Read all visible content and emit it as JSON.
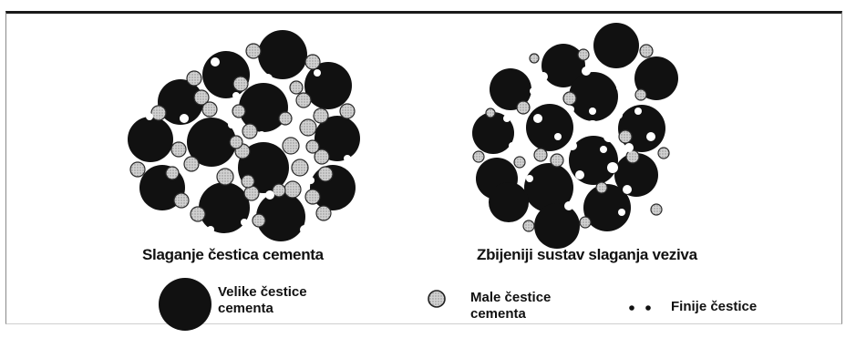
{
  "diagram": {
    "left_caption": "Slaganje čestica cementa",
    "right_caption": "Zbijeniji sustav slaganja veziva"
  },
  "legend": {
    "large": {
      "line1": "Velike čestice",
      "line2": "cementa"
    },
    "small": {
      "line1": "Male čestice",
      "line2": "cementa"
    },
    "fine": {
      "line1": "Finije čestice"
    }
  },
  "colors": {
    "large_particle": "#111111",
    "small_particle_fill": "#c9c9c9",
    "small_particle_stroke": "#2a2a2a",
    "fine_particle": "#ffffff",
    "frame": "#1a1a1a"
  }
}
